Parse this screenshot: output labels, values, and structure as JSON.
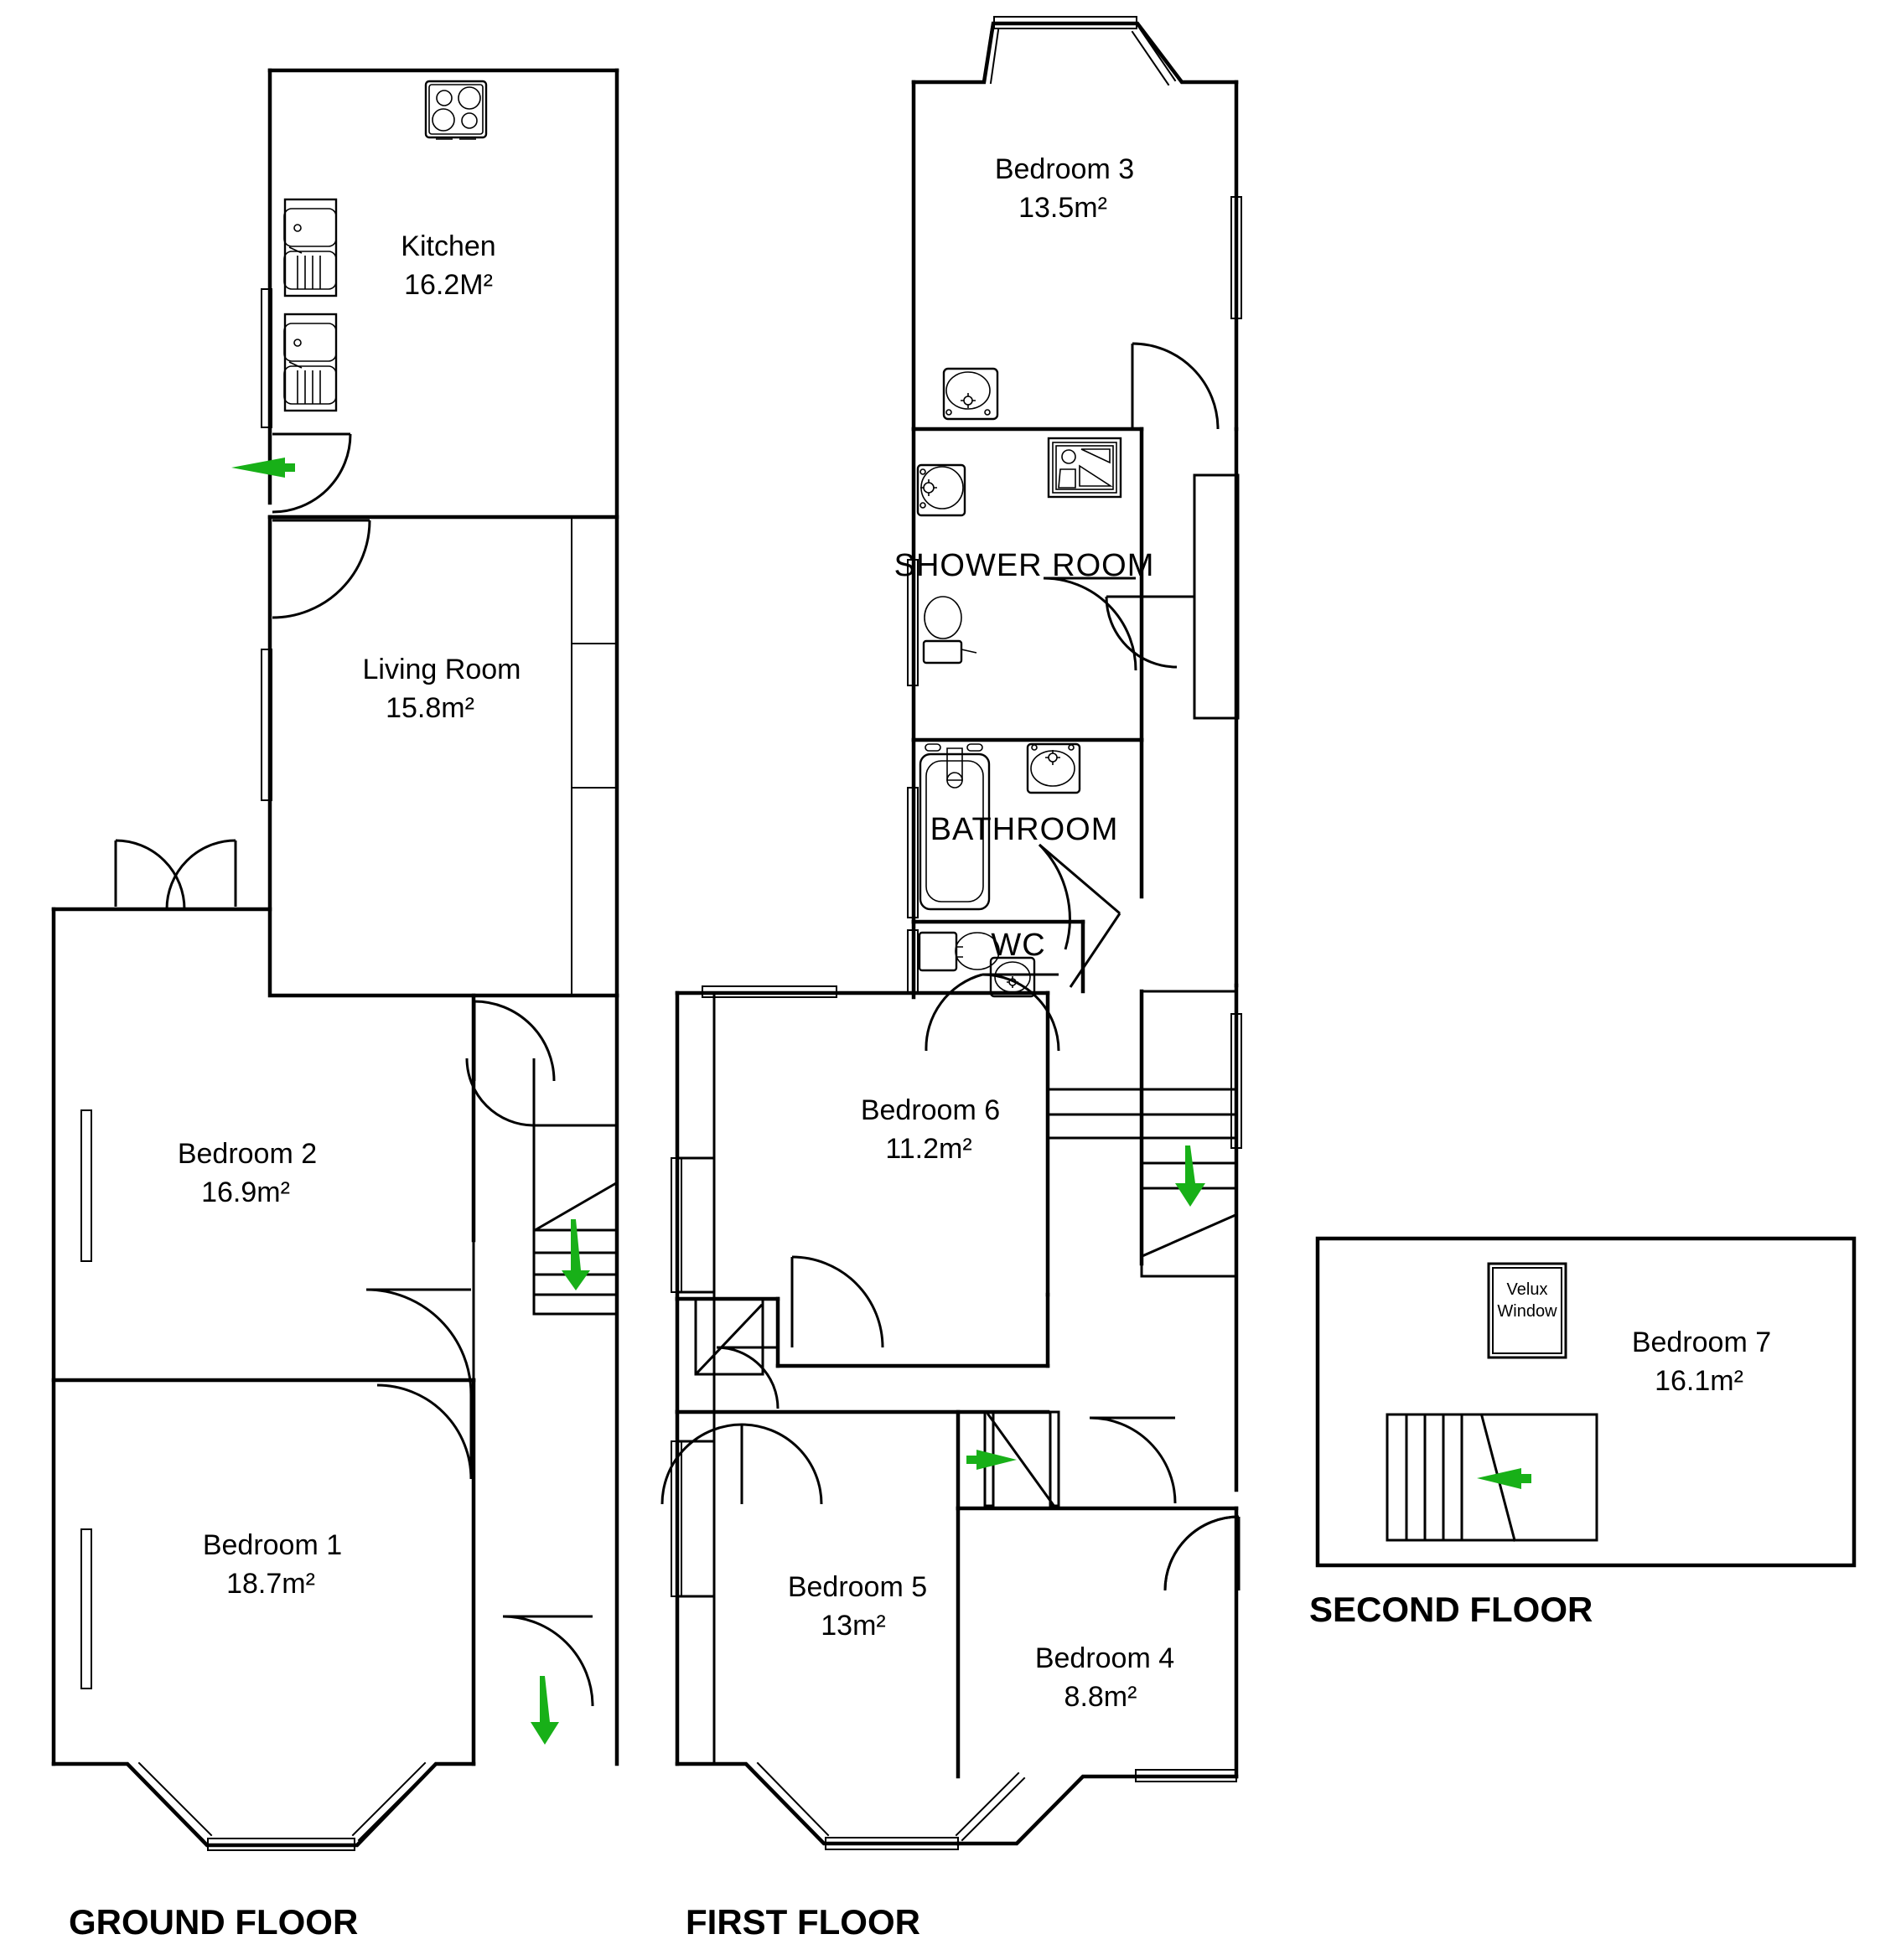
{
  "document": {
    "type": "residential-floor-plan",
    "units": "m²",
    "accent_color": "#18b018",
    "line_color": "#000000",
    "background_color": "#ffffff"
  },
  "floors": [
    {
      "id": "ground",
      "title": "GROUND FLOOR",
      "rooms": [
        {
          "id": "kitchen",
          "name": "Kitchen",
          "area": "16.2M²"
        },
        {
          "id": "living-room",
          "name": "Living Room",
          "area": "15.8m²"
        },
        {
          "id": "bedroom-2",
          "name": "Bedroom 2",
          "area": "16.9m²"
        },
        {
          "id": "bedroom-1",
          "name": "Bedroom 1",
          "area": "18.7m²"
        }
      ],
      "fixtures": [
        "hob-4-burner",
        "sink-unit-upper",
        "sink-unit-lower"
      ],
      "direction_arrows": [
        {
          "id": "kitchen-exit-arrow",
          "direction": "left"
        },
        {
          "id": "stairs-down-arrow",
          "direction": "down"
        },
        {
          "id": "front-door-arrow",
          "direction": "down"
        }
      ]
    },
    {
      "id": "first",
      "title": "FIRST FLOOR",
      "rooms": [
        {
          "id": "bedroom-3",
          "name": "Bedroom 3",
          "area": "13.5m²"
        },
        {
          "id": "shower-room",
          "name": "SHOWER ROOM",
          "area": ""
        },
        {
          "id": "bathroom",
          "name": "BATHROOM",
          "area": ""
        },
        {
          "id": "wc",
          "name": "WC",
          "area": ""
        },
        {
          "id": "bedroom-6",
          "name": "Bedroom 6",
          "area": "11.2m²"
        },
        {
          "id": "bedroom-5",
          "name": "Bedroom 5",
          "area": "13m²"
        },
        {
          "id": "bedroom-4",
          "name": "Bedroom 4",
          "area": "8.8m²"
        }
      ],
      "fixtures": [
        "basin-bedroom3",
        "basin-shower-room",
        "shower-tray",
        "toilet-shower-room",
        "bath",
        "basin-bathroom",
        "toilet-wc",
        "basin-wc"
      ],
      "direction_arrows": [
        {
          "id": "landing-stairs-down-arrow",
          "direction": "down"
        },
        {
          "id": "landing-exit-arrow",
          "direction": "right"
        }
      ]
    },
    {
      "id": "second",
      "title": "SECOND FLOOR",
      "rooms": [
        {
          "id": "bedroom-7",
          "name": "Bedroom 7",
          "area": "16.1m²"
        }
      ],
      "annotations": [
        {
          "id": "velux-window",
          "line1": "Velux",
          "line2": "Window"
        }
      ],
      "direction_arrows": [
        {
          "id": "loft-stairs-arrow",
          "direction": "right"
        }
      ]
    }
  ]
}
